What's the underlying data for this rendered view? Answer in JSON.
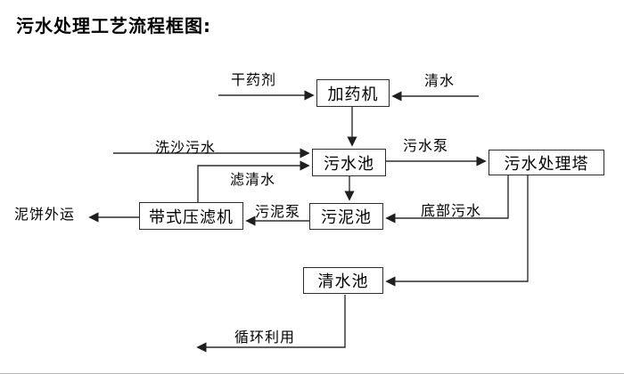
{
  "title": "污水处理工艺流程框图:",
  "nodes": {
    "dosing_machine": "加药机",
    "sewage_pool": "污水池",
    "treatment_tower": "污水处理塔",
    "sludge_pool": "污泥池",
    "belt_filter_press": "带式压滤机",
    "clean_water_pool": "清水池"
  },
  "edge_labels": {
    "dry_agent": "干药剂",
    "clean_water": "清水",
    "sand_washing_sewage": "洗沙污水",
    "filtered_water": "滤清水",
    "sewage_pump": "污水泵",
    "bottom_sewage": "底部污水",
    "sludge_pump": "污泥泵",
    "mud_cake_out": "泥饼外运",
    "recycle_use": "循环利用"
  }
}
